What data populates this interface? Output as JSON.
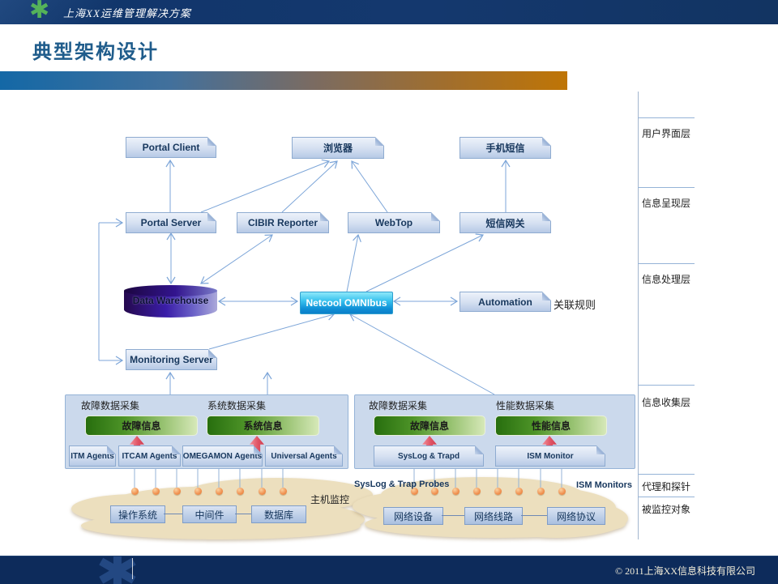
{
  "header": {
    "logo_icon": "asterisk-icon",
    "title": "上海XX运维管理解决方案"
  },
  "slide": {
    "title": "典型架构设计"
  },
  "nodes": {
    "portal_client": "Portal Client",
    "browser": "浏览器",
    "mobile_sms": "手机短信",
    "portal_server": "Portal Server",
    "cibir_reporter": "CIBIR Reporter",
    "webtop": "WebTop",
    "sms_gateway": "短信网关",
    "data_warehouse": "Data Warehouse",
    "netcool": "Netcool OMNIbus",
    "automation": "Automation",
    "monitoring_server": "Monitoring Server"
  },
  "annotations": {
    "association_rules": "关联规则",
    "host_monitoring": "主机监控",
    "syslog_probes": "SysLog & Trap Probes",
    "ism_monitors": "ISM Monitors"
  },
  "layers": {
    "items": [
      {
        "label": "用户界面层"
      },
      {
        "label": "信息呈现层"
      },
      {
        "label": "信息处理层"
      },
      {
        "label": "信息收集层"
      },
      {
        "label": "代理和探针"
      },
      {
        "label": "被监控对象"
      }
    ]
  },
  "left_panel": {
    "title_fault": "故障数据采集",
    "title_system": "系统数据采集",
    "bar_fault": "故障信息",
    "bar_system": "系统信息",
    "agents": [
      "ITM Agents",
      "ITCAM Agents",
      "OMEGAMON Agents",
      "Universal  Agents"
    ]
  },
  "right_panel": {
    "title_fault": "故障数据采集",
    "title_perf": "性能数据采集",
    "bar_fault": "故障信息",
    "bar_perf": "性能信息",
    "collectors": [
      "SysLog  & Trapd",
      "ISM Monitor"
    ]
  },
  "clouds": {
    "host": [
      "操作系统",
      "中间件",
      "数据库"
    ],
    "network": [
      "网络设备",
      "网络线路",
      "网络协议"
    ]
  },
  "footer": {
    "copyright": "© 2011上海XX信息科技有限公司"
  },
  "colors": {
    "header_navy": "#12386B",
    "title_blue": "#1F5C8B",
    "bar_gradient_start": "#1468A6",
    "bar_gradient_end": "#BF7506",
    "node_border": "#8EABD0",
    "netcool_blue": "#0E8FD6",
    "cylinder_purple": "#3A1DA8",
    "green_bar_dark": "#276E0E",
    "red_arrow": "#E05566",
    "dot_orange": "#F09050",
    "cloud_beige": "#ECDFBE",
    "footer_navy": "#0D2B5B",
    "logo_green": "#53B948"
  }
}
